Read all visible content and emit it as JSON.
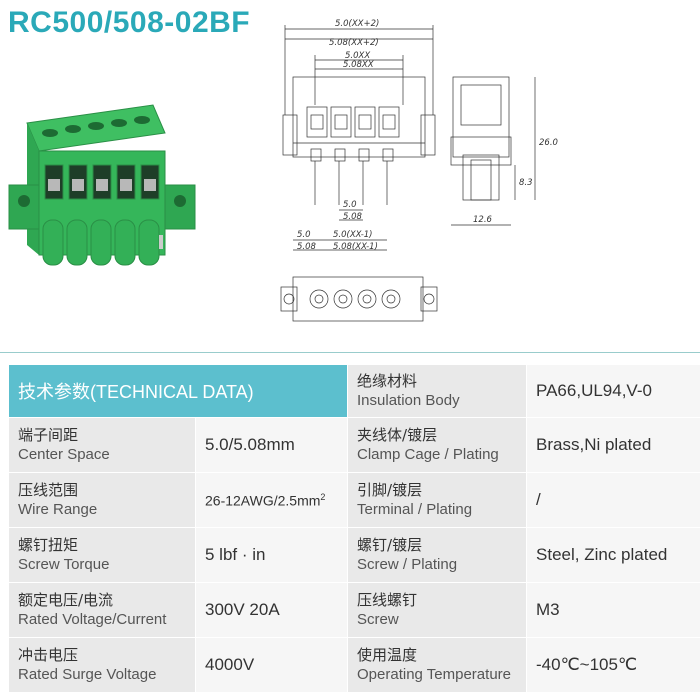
{
  "product_title": "RC500/508-02BF",
  "drawing": {
    "top_dims": [
      "5.0(XX+2)",
      "5.08(XX+2)",
      "5.0XX",
      "5.08XX"
    ],
    "bottom_dims": [
      "5.0",
      "5.08",
      "5.0",
      "5.08",
      "5.0(XX-1)",
      "5.08(XX-1)"
    ],
    "side_height": "26.0",
    "side_sub_height": "8.3",
    "side_width": "12.6"
  },
  "table": {
    "header_left": "技术参数(TECHNICAL DATA)",
    "rows": [
      {
        "l_cn": "端子间距",
        "l_en": "Center Space",
        "l_val": "5.0/5.08mm",
        "r_cn": "绝缘材料",
        "r_en": "Insulation Body",
        "r_val": "PA66,UL94,V-0"
      },
      {
        "l_cn": "压线范围",
        "l_en": "Wire Range",
        "l_val": "26-12AWG/2.5mm",
        "l_val_sup": "2",
        "r_cn": "夹线体/镀层",
        "r_en": "Clamp Cage / Plating",
        "r_val": "Brass,Ni plated"
      },
      {
        "l_cn": "螺钉扭矩",
        "l_en": "Screw Torque",
        "l_val": "5 lbf · in",
        "r_cn": "引脚/镀层",
        "r_en": "Terminal / Plating",
        "r_val": "/"
      },
      {
        "l_cn": "额定电压/电流",
        "l_en": "Rated Voltage/Current",
        "l_val": "300V 20A",
        "r_cn": "螺钉/镀层",
        "r_en": "Screw / Plating",
        "r_val": "Steel, Zinc plated"
      },
      {
        "l_cn": "冲击电压",
        "l_en": "Rated Surge Voltage",
        "l_val": "4000V",
        "r_cn": "压线螺钉",
        "r_en": "Screw",
        "r_val": "M3"
      },
      {
        "r_cn": "使用温度",
        "r_en": "Operating Temperature",
        "r_val": "-40℃~105℃"
      }
    ]
  }
}
